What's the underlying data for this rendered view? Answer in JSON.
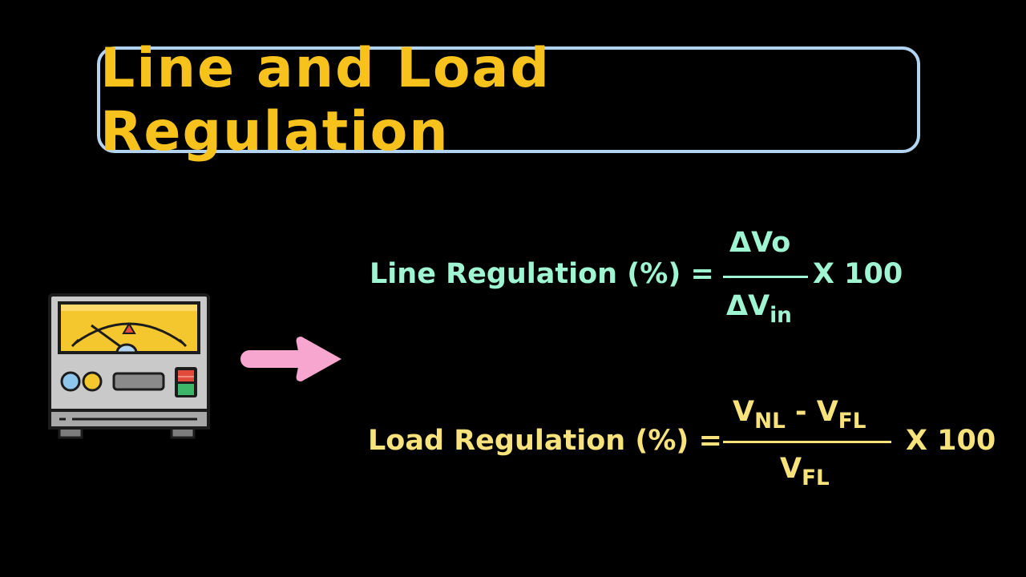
{
  "title": "Line and Load Regulation",
  "line_regulation": {
    "label": "Line Regulation (%) =",
    "numerator": "ΔVo",
    "denominator_main": "ΔV",
    "denominator_sub": "in",
    "multiplier": "X 100",
    "color": "#9ff5d2"
  },
  "load_regulation": {
    "label": "Load Regulation (%) =",
    "numerator_v1": "V",
    "numerator_v1_sub": "NL",
    "numerator_sep": " - ",
    "numerator_v2": "V",
    "numerator_v2_sub": "FL",
    "denominator_main": "V",
    "denominator_sub": "FL",
    "multiplier": "X 100",
    "color": "#f8e27c"
  },
  "colors": {
    "title": "#f8c21c",
    "title_border": "#b3d4f0",
    "arrow": "#f7a6cf",
    "background": "#000000"
  },
  "icons": {
    "device": "voltmeter-power-supply-icon",
    "arrow": "right-arrow-icon"
  }
}
